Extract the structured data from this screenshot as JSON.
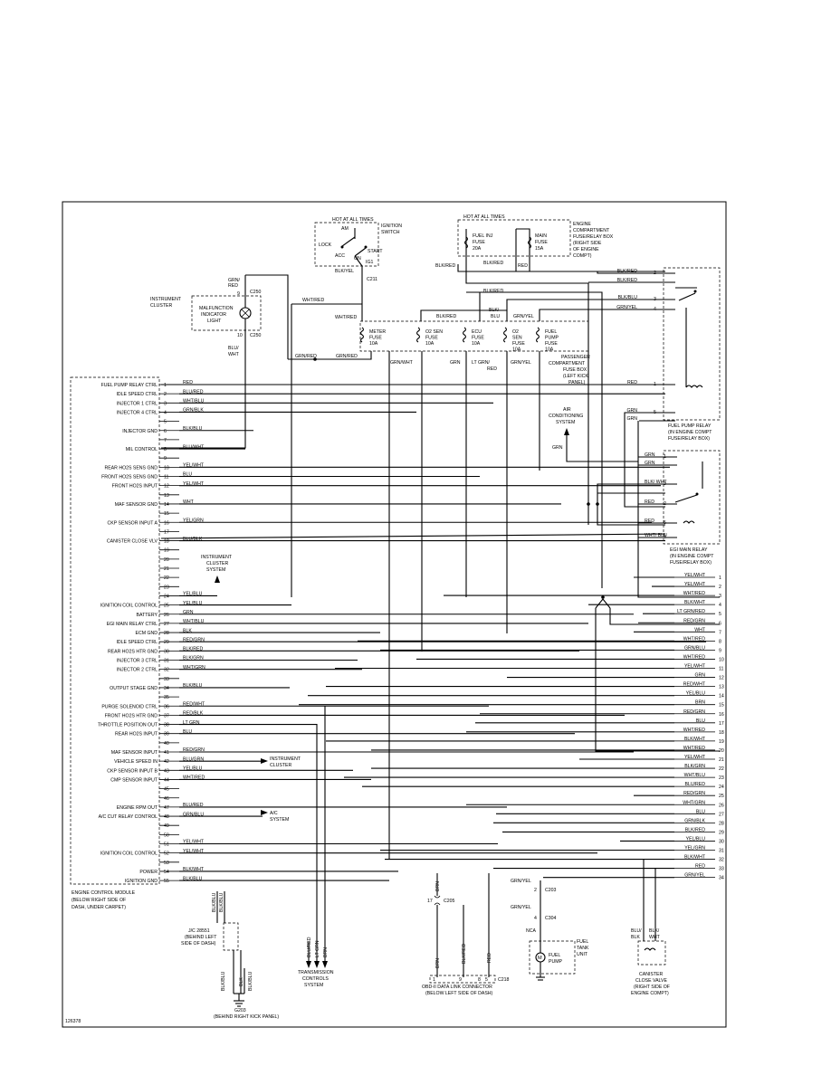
{
  "diagram_id": "126378",
  "ignition_switch": {
    "hot": "HOT AT ALL TIMES",
    "title": [
      "IGNITION",
      "SWITCH"
    ],
    "positions": [
      "AM",
      "LOCK",
      "ACC",
      "ON",
      "START",
      "IG1"
    ],
    "wire_out": "BLK/YEL",
    "connector": "C211"
  },
  "engine_fusebox": {
    "hot": "HOT AT ALL TIMES",
    "title": [
      "ENGINE",
      "COMPARTMENT",
      "FUSE/RELAY BOX",
      "(RIGHT SIDE",
      "OF ENGINE",
      "COMPT)"
    ],
    "fuse_a": [
      "FUEL INJ",
      "FUSE",
      "20A"
    ],
    "fuse_b": [
      "MAIN",
      "FUSE",
      "15A"
    ],
    "wires": [
      "BLK/RED",
      "BLK/RED",
      "RED"
    ]
  },
  "instrument_cluster": {
    "title": [
      "INSTRUMENT",
      "CLUSTER"
    ],
    "lamp": [
      "MALFUNCTION",
      "INDICATOR",
      "LIGHT"
    ],
    "connector": "C250",
    "pin_top": "9",
    "pin_bottom": "10",
    "wire_top": [
      "GRN/",
      "RED"
    ],
    "wire_bottom": [
      "BLU/",
      "WHT"
    ]
  },
  "passenger_fusebox": {
    "title": [
      "PASSENGER",
      "COMPARTMENT",
      "FUSE BOX",
      "(LEFT KICK",
      "PANEL)"
    ],
    "fuses": [
      {
        "lines": [
          "METER",
          "FUSE",
          "10A"
        ]
      },
      {
        "lines": [
          "O2 SEN",
          "FUSE",
          "10A"
        ]
      },
      {
        "lines": [
          "ECU",
          "FUSE",
          "10A"
        ]
      },
      {
        "lines": [
          "O2",
          "SEN",
          "FUSE",
          "10A"
        ]
      },
      {
        "lines": [
          "FUEL",
          "PUMP",
          "FUSE",
          "10A"
        ]
      }
    ],
    "wires_in": [
      "WHT/RED",
      "WHT/RED",
      "BLK/RED",
      "BLK/",
      "BLU",
      "GRN/YEL",
      "BLK/RED"
    ],
    "wires_out": [
      "GRN/RED",
      "GRN/RED",
      "GRN/WHT",
      "GRN",
      "LT GRN/",
      "RED",
      "GRN/YEL"
    ]
  },
  "fuel_pump_relay": {
    "title": [
      "FUEL PUMP RELAY",
      "(IN ENGINE COMPT",
      "FUSE/RELAY BOX)"
    ],
    "pins": [
      {
        "n": "2",
        "wire": "BLK/RED"
      },
      {
        "n": "",
        "wire": "BLK/RED"
      },
      {
        "n": "3",
        "wire": "BLK/BLU"
      },
      {
        "n": "4",
        "wire": "GRN/YEL"
      },
      {
        "n": "1",
        "wire": "RED"
      },
      {
        "n": "5",
        "wire": "GRN"
      },
      {
        "n": "",
        "wire": "GRN"
      }
    ]
  },
  "egi_relay": {
    "title": [
      "EGI MAIN RELAY",
      "(IN ENGINE COMPT",
      "FUSE/RELAY BOX)"
    ],
    "pins": [
      {
        "n": "1",
        "wire": "GRN"
      },
      {
        "n": "",
        "wire": "GRN"
      },
      {
        "n": "3",
        "wire": "BLK/ WHT"
      },
      {
        "n": "2",
        "wire": "RED"
      },
      {
        "n": "5",
        "wire": "RED"
      },
      {
        "n": "4",
        "wire": "WHT/ BLU"
      }
    ]
  },
  "ac_system": {
    "title": [
      "AIR",
      "CONDITIONING",
      "SYSTEM"
    ],
    "wire": "GRN"
  },
  "ecm": {
    "title": [
      "ENGINE CONTROL MODULE",
      "(BELOW RIGHT SIDE OF",
      "DASH, UNDER CARPET)"
    ],
    "pins": [
      {
        "n": "1",
        "label": "FUEL PUMP RELAY CTRL",
        "wire": "RED"
      },
      {
        "n": "2",
        "label": "IDLE SPEED CTRL",
        "wire": "BLU/RED"
      },
      {
        "n": "3",
        "label": "INJECTOR 1 CTRL",
        "wire": "WHT/BLU"
      },
      {
        "n": "4",
        "label": "INJECTOR 4 CTRL",
        "wire": "GRN/BLK"
      },
      {
        "n": "5",
        "label": "",
        "wire": ""
      },
      {
        "n": "6",
        "label": "INJECTOR GND",
        "wire": "BLK/BLU"
      },
      {
        "n": "7",
        "label": "",
        "wire": ""
      },
      {
        "n": "8",
        "label": "MIL CONTROL",
        "wire": "BLU/WHT"
      },
      {
        "n": "9",
        "label": "",
        "wire": ""
      },
      {
        "n": "10",
        "label": "REAR HO2S SENS GND",
        "wire": "YEL/WHT"
      },
      {
        "n": "11",
        "label": "FRONT HO2S SENS GND",
        "wire": "BLU"
      },
      {
        "n": "12",
        "label": "FRONT HO2S INPUT",
        "wire": "YEL/WHT"
      },
      {
        "n": "13",
        "label": "",
        "wire": ""
      },
      {
        "n": "14",
        "label": "MAF SENSOR GND",
        "wire": "WHT"
      },
      {
        "n": "15",
        "label": "",
        "wire": ""
      },
      {
        "n": "16",
        "label": "CKP SENSOR INPUT A",
        "wire": "YEL/GRN"
      },
      {
        "n": "17",
        "label": "",
        "wire": ""
      },
      {
        "n": "18",
        "label": "CANISTER CLOSE VLV",
        "wire": "BLU/BLK"
      },
      {
        "n": "19",
        "label": "",
        "wire": ""
      },
      {
        "n": "20",
        "label": "",
        "wire": ""
      },
      {
        "n": "21",
        "label": "",
        "wire": ""
      },
      {
        "n": "22",
        "label": "",
        "wire": ""
      },
      {
        "n": "23",
        "label": "",
        "wire": ""
      },
      {
        "n": "24",
        "label": "",
        "wire": "YEL/BLU"
      },
      {
        "n": "25",
        "label": "IGNITION COIL CONTROL",
        "wire": "YEL/BLU"
      },
      {
        "n": "26",
        "label": "BATTERY",
        "wire": "GRN"
      },
      {
        "n": "27",
        "label": "EGI MAIN RELAY CTRL",
        "wire": "WHT/BLU"
      },
      {
        "n": "28",
        "label": "ECM GND",
        "wire": "BLK"
      },
      {
        "n": "29",
        "label": "IDLE SPEED CTRL",
        "wire": "RED/GRN"
      },
      {
        "n": "30",
        "label": "REAR HO2S HTR GND",
        "wire": "BLK/RED"
      },
      {
        "n": "31",
        "label": "INJECTOR 3 CTRL",
        "wire": "BLK/GRN"
      },
      {
        "n": "32",
        "label": "INJECTOR 2 CTRL",
        "wire": "WHT/GRN"
      },
      {
        "n": "33",
        "label": "",
        "wire": ""
      },
      {
        "n": "34",
        "label": "OUTPUT STAGE GND",
        "wire": "BLK/BLU"
      },
      {
        "n": "35",
        "label": "",
        "wire": ""
      },
      {
        "n": "36",
        "label": "PURGE SOLENOID CTRL",
        "wire": "RED/WHT"
      },
      {
        "n": "37",
        "label": "FRONT HO2S HTR GND",
        "wire": "RED/BLK"
      },
      {
        "n": "38",
        "label": "THROTTLE POSITION OUT",
        "wire": "LT GRN"
      },
      {
        "n": "39",
        "label": "REAR HO2S INPUT",
        "wire": "BLU"
      },
      {
        "n": "40",
        "label": "",
        "wire": ""
      },
      {
        "n": "41",
        "label": "MAF SENSOR INPUT",
        "wire": "RED/GRN"
      },
      {
        "n": "42",
        "label": "VEHICLE SPEED IN",
        "wire": "BLU/GRN"
      },
      {
        "n": "43",
        "label": "CKP SENSOR INPUT B",
        "wire": "YEL/BLU"
      },
      {
        "n": "44",
        "label": "CMP SENSOR INPUT",
        "wire": "WHT/RED"
      },
      {
        "n": "45",
        "label": "",
        "wire": ""
      },
      {
        "n": "46",
        "label": "",
        "wire": ""
      },
      {
        "n": "47",
        "label": "ENGINE RPM OUT",
        "wire": "BLU/RED"
      },
      {
        "n": "48",
        "label": "A/C CUT RELAY CONTROL",
        "wire": "GRN/BLU"
      },
      {
        "n": "49",
        "label": "",
        "wire": ""
      },
      {
        "n": "50",
        "label": "",
        "wire": ""
      },
      {
        "n": "51",
        "label": "",
        "wire": "YEL/WHT"
      },
      {
        "n": "52",
        "label": "IGNITION COIL CONTROL",
        "wire": "YEL/WHT"
      },
      {
        "n": "53",
        "label": "",
        "wire": ""
      },
      {
        "n": "54",
        "label": "POWER",
        "wire": "BLK/WHT"
      },
      {
        "n": "55",
        "label": "IGNITION GND",
        "wire": "BLK/BLU"
      }
    ],
    "cluster_ref": [
      "INSTRUMENT",
      "CLUSTER",
      "SYSTEM"
    ],
    "cluster_ref2": [
      "INSTRUMENT",
      "CLUSTER"
    ],
    "ac_ref": [
      "A/C",
      "SYSTEM"
    ]
  },
  "right_connector": {
    "rows": [
      {
        "n": "1",
        "wire": "YEL/WHT"
      },
      {
        "n": "2",
        "wire": "YEL/WHT"
      },
      {
        "n": "3",
        "wire": "WHT/RED"
      },
      {
        "n": "4",
        "wire": "BLK/WHT"
      },
      {
        "n": "5",
        "wire": "LT GRN/RED"
      },
      {
        "n": "6",
        "wire": "RED/GRN"
      },
      {
        "n": "7",
        "wire": "WHT"
      },
      {
        "n": "8",
        "wire": "WHT/RED"
      },
      {
        "n": "9",
        "wire": "GRN/BLU"
      },
      {
        "n": "10",
        "wire": "WHT/RED"
      },
      {
        "n": "11",
        "wire": "YEL/WHT"
      },
      {
        "n": "12",
        "wire": "GRN"
      },
      {
        "n": "13",
        "wire": "RED/WHT"
      },
      {
        "n": "14",
        "wire": "YEL/BLU"
      },
      {
        "n": "15",
        "wire": "BRN"
      },
      {
        "n": "16",
        "wire": "RED/GRN"
      },
      {
        "n": "17",
        "wire": "BLU"
      },
      {
        "n": "18",
        "wire": "WHT/RED"
      },
      {
        "n": "19",
        "wire": "BLK/WHT"
      },
      {
        "n": "20",
        "wire": "WHT/RED"
      },
      {
        "n": "21",
        "wire": "YEL/WHT"
      },
      {
        "n": "22",
        "wire": "BLK/GRN"
      },
      {
        "n": "23",
        "wire": "WHT/BLU"
      },
      {
        "n": "24",
        "wire": "BLU/RED"
      },
      {
        "n": "25",
        "wire": "RED/GRN"
      },
      {
        "n": "26",
        "wire": "WHT/GRN"
      },
      {
        "n": "27",
        "wire": "BLU"
      },
      {
        "n": "28",
        "wire": "GRN/BLK"
      },
      {
        "n": "29",
        "wire": "BLK/RED"
      },
      {
        "n": "30",
        "wire": "YEL/BLU"
      },
      {
        "n": "31",
        "wire": "YEL/GRN"
      },
      {
        "n": "32",
        "wire": "BLK/WHT"
      },
      {
        "n": "33",
        "wire": "RED"
      },
      {
        "n": "34",
        "wire": "GRN/YEL"
      }
    ]
  },
  "bottom": {
    "jc": {
      "title": [
        "J/C 28551",
        "(BEHIND LEFT",
        "SIDE OF DASH)"
      ],
      "wires": [
        "BLK/BLU",
        "BLK/BLU",
        "BLK/BLU",
        "BLK",
        "BLK/BLU"
      ]
    },
    "ground": {
      "id": "G203",
      "desc": "(BEHIND RIGHT KICK PANEL)"
    },
    "transmission": {
      "title": [
        "TRANSMISSION",
        "CONTROLS",
        "SYSTEM"
      ],
      "wires": [
        "BLU/RED",
        "LT GRN",
        "BRN"
      ]
    },
    "obd": {
      "title": [
        "OBD-II DATA LINK CONNECTOR",
        "(BELOW LEFT SIDE OF DASH)"
      ],
      "connector": "C205",
      "pin": "17",
      "wires": [
        "BRN",
        "BRN",
        "BLK/RED",
        "RED"
      ],
      "pins": [
        "1",
        "9",
        "8",
        "5"
      ],
      "c218": "C218"
    },
    "fuel_pump": {
      "title": [
        "FUEL",
        "TANK",
        "UNIT"
      ],
      "pump": [
        "FUEL",
        "PUMP"
      ],
      "nca": "NCA",
      "c203": "C203",
      "c304": "C304",
      "pin_a": "2",
      "pin_b": "4",
      "wires": [
        "GRN/YEL",
        "GRN/YEL"
      ]
    },
    "canister": {
      "title": [
        "CANISTER",
        "CLOSE VALVE",
        "(RIGHT SIDE OF",
        "ENGINE COMPT)"
      ],
      "wires": [
        "BLU/",
        "BLK",
        "BLK/",
        "WHT"
      ]
    }
  }
}
